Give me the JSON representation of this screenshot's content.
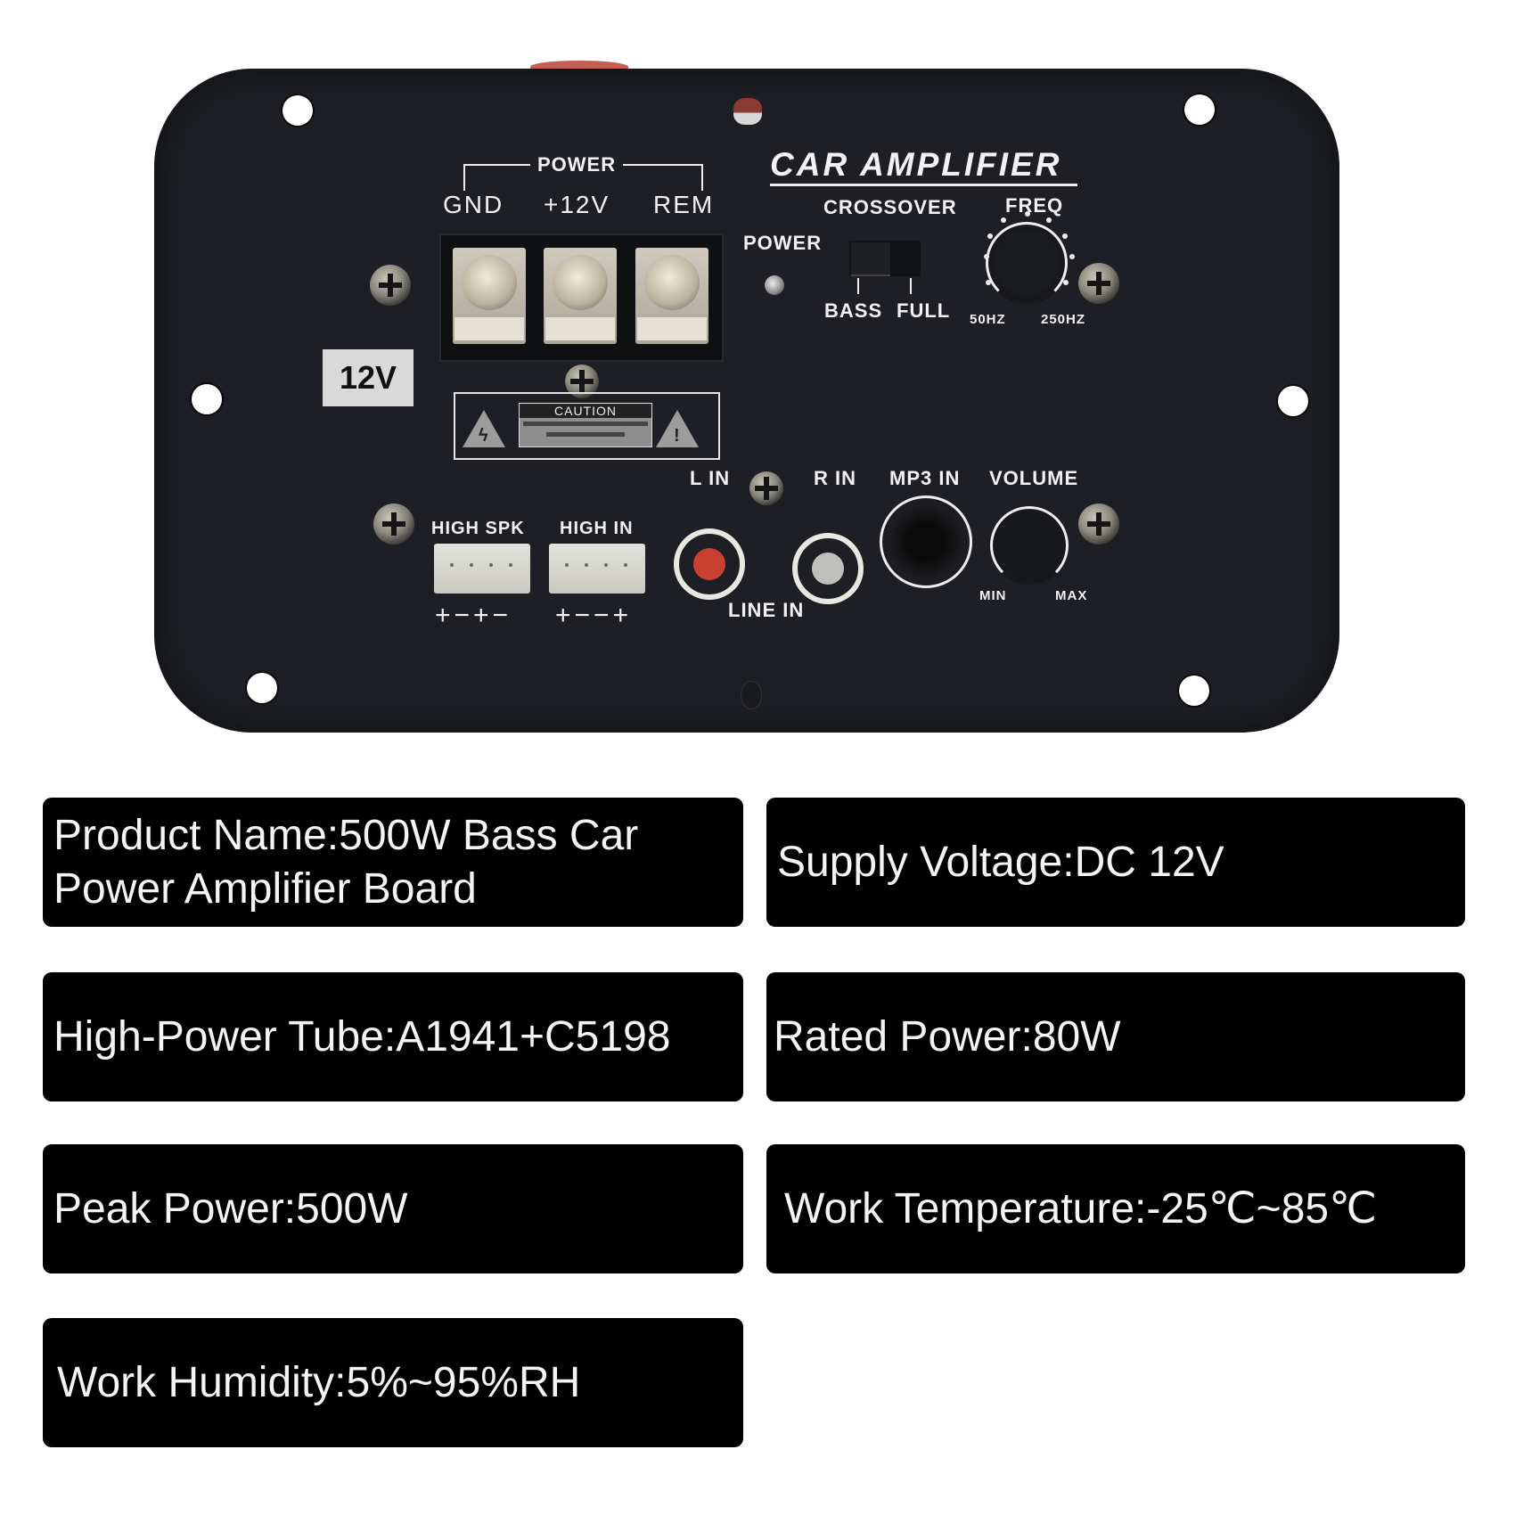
{
  "amplifier_panel": {
    "title": "CAR AMPLIFIER",
    "power_group_label": "POWER",
    "terminals": [
      "GND",
      "+12V",
      "REM"
    ],
    "voltage_badge": "12V",
    "caution_label": "CAUTION",
    "power_led_label": "POWER",
    "crossover": {
      "label": "CROSSOVER",
      "options": [
        "BASS",
        "FULL"
      ]
    },
    "freq": {
      "label": "FREQ",
      "min_label": "50HZ",
      "max_label": "250HZ"
    },
    "high_spk": {
      "label": "HIGH SPK",
      "polarity": "+−+−"
    },
    "high_in": {
      "label": "HIGH IN",
      "polarity": "+−−+"
    },
    "line_in": {
      "left_label": "L IN",
      "right_label": "R IN",
      "group_label": "LINE IN"
    },
    "mp3_in_label": "MP3 IN",
    "volume": {
      "label": "VOLUME",
      "min_label": "MIN",
      "max_label": "MAX"
    },
    "colors": {
      "panel": "#1d1f24",
      "rca_left": "#c8402f",
      "rca_right": "#d8d8d4"
    }
  },
  "specs": [
    {
      "lines": [
        "Product Name:500W Bass Car",
        "Power Amplifier Board"
      ]
    },
    {
      "lines": [
        "Supply Voltage:DC 12V"
      ]
    },
    {
      "lines": [
        "High-Power Tube:A1941+C5198"
      ]
    },
    {
      "lines": [
        "Rated Power:80W"
      ]
    },
    {
      "lines": [
        "Peak Power:500W"
      ]
    },
    {
      "lines": [
        "Work Temperature:-25℃~85℃"
      ]
    },
    {
      "lines": [
        "Work Humidity:5%~95%RH"
      ]
    }
  ]
}
